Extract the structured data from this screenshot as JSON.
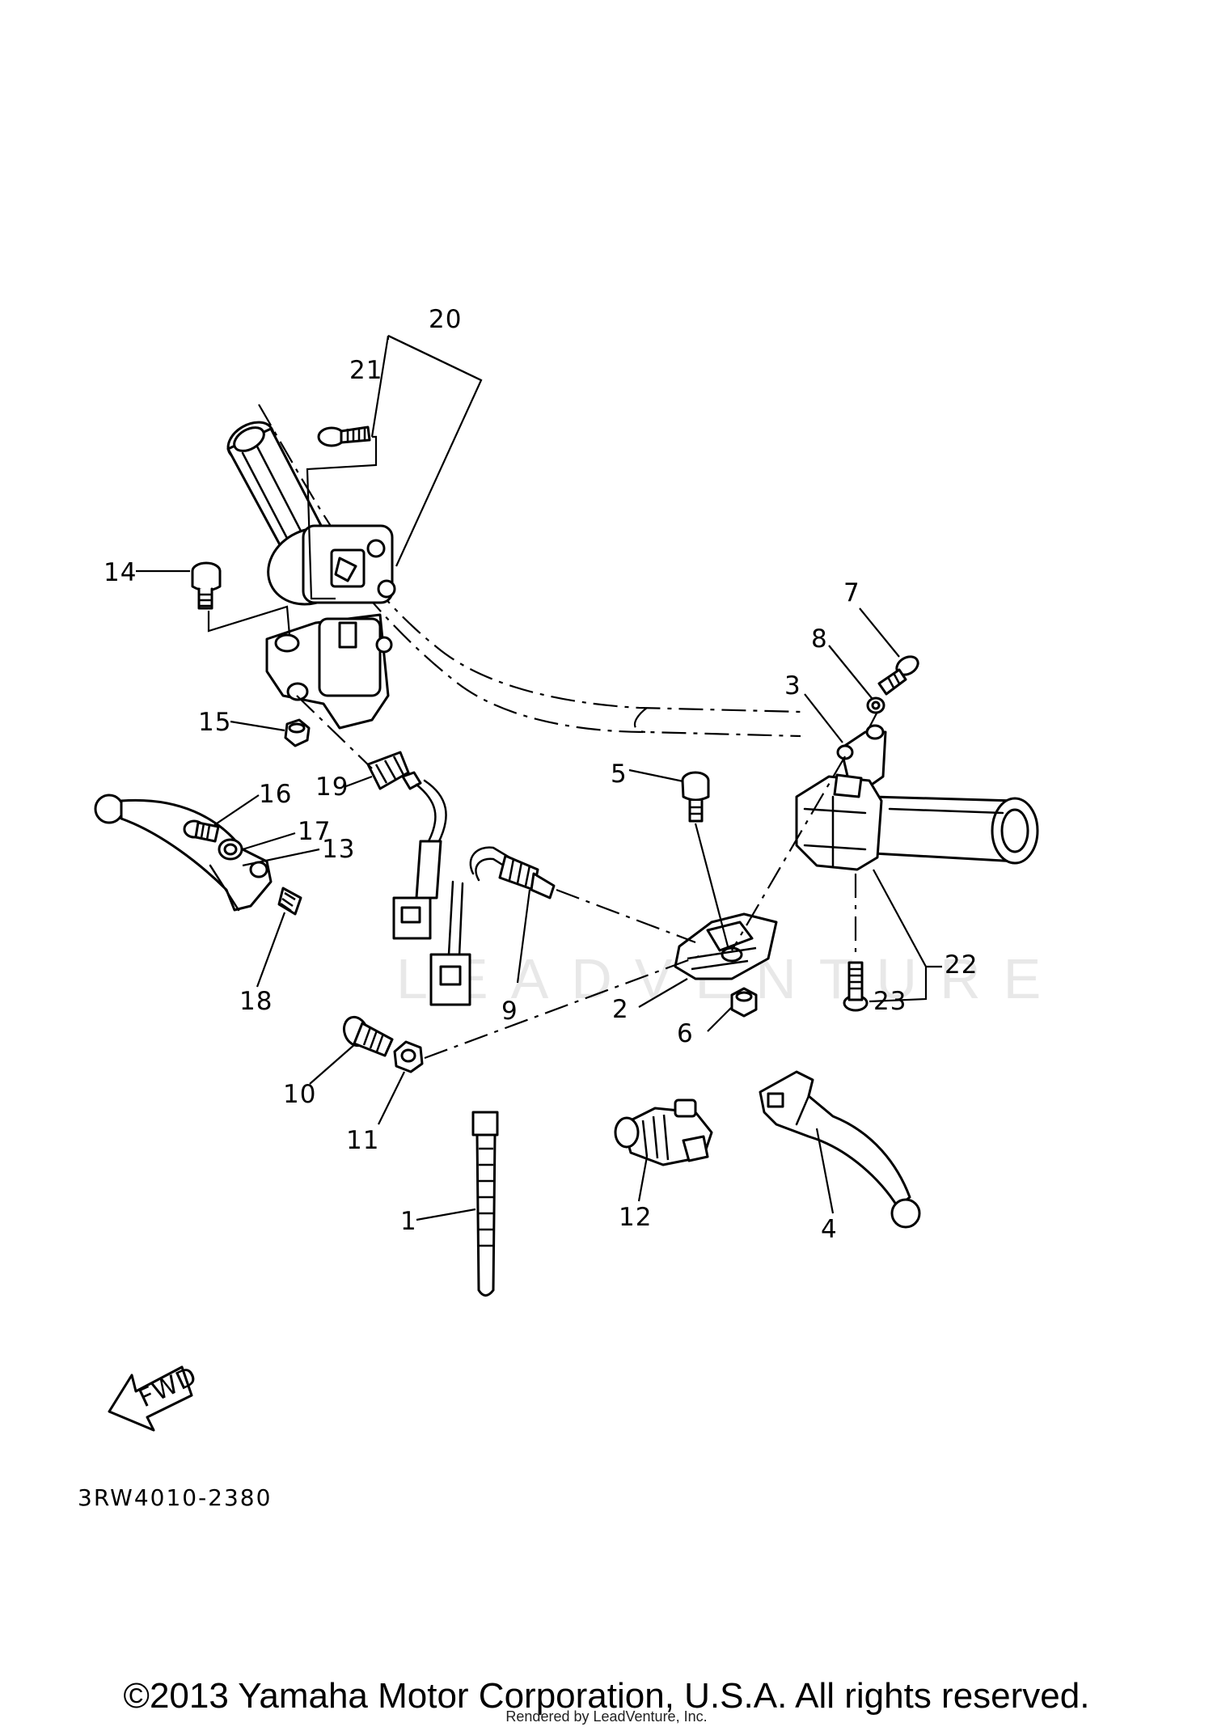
{
  "diagram": {
    "reference_code": "3RW4010-2380",
    "fwd_arrow_label": "FWD",
    "copyright": "©2013 Yamaha Motor Corporation, U.S.A. All rights reserved.",
    "rendered_by": "Rendered by LeadVenture, Inc.",
    "watermark": "LEADVENTURE",
    "callouts": {
      "c1": "1",
      "c2": "2",
      "c3": "3",
      "c4": "4",
      "c5": "5",
      "c6": "6",
      "c7": "7",
      "c8": "8",
      "c9": "9",
      "c10": "10",
      "c11": "11",
      "c12": "12",
      "c13": "13",
      "c14": "14",
      "c15": "15",
      "c16": "16",
      "c17": "17",
      "c18": "18",
      "c19": "19",
      "c20": "20",
      "c21": "21",
      "c22": "22",
      "c23": "23"
    }
  }
}
